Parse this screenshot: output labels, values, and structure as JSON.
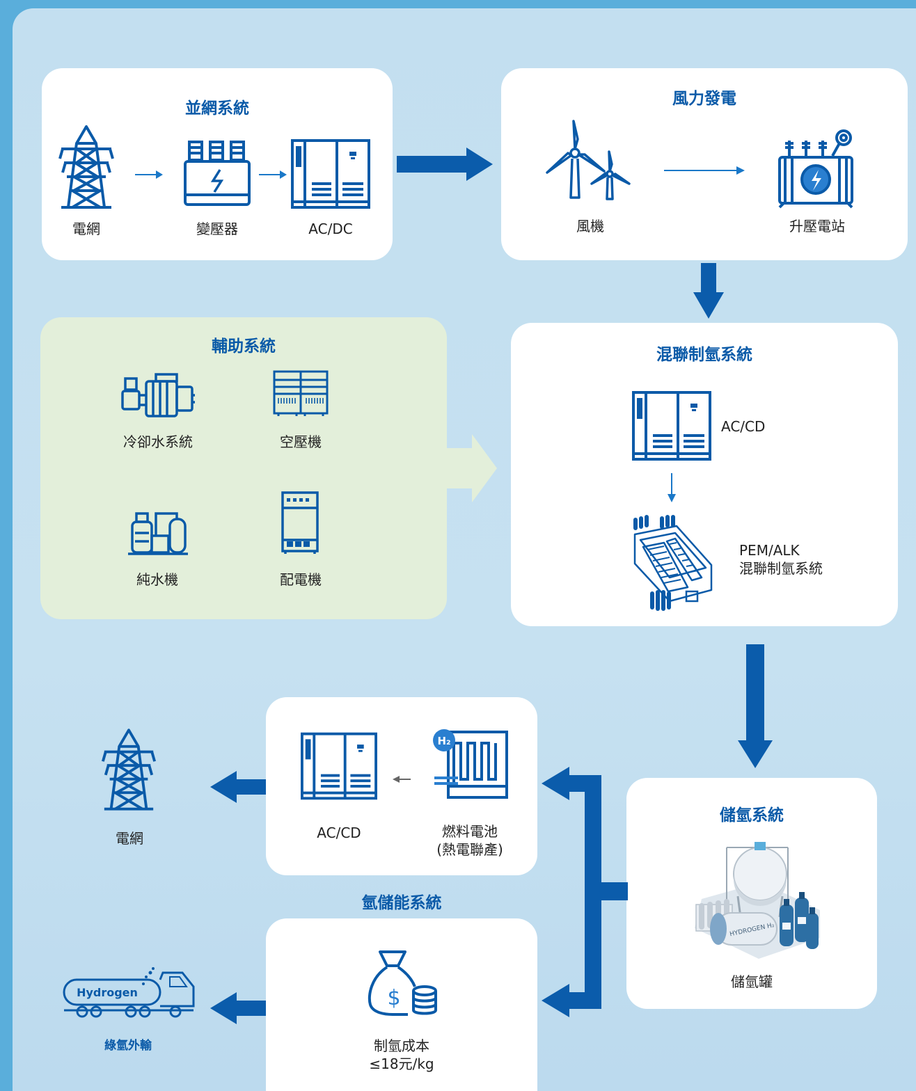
{
  "colors": {
    "brand_blue": "#0a5aa8",
    "arrow_blue": "#0b5cab",
    "card_bg": "#ffffff",
    "aux_bg": "#e3efda"
  },
  "grid_system": {
    "title": "並網系統",
    "items": [
      "電網",
      "變壓器",
      "AC/DC"
    ]
  },
  "wind_power": {
    "title": "風力發電",
    "items": [
      "風機",
      "升壓電站"
    ]
  },
  "aux_system": {
    "title": "輔助系統",
    "items": [
      "冷卻水系統",
      "空壓機",
      "純水機",
      "配電機"
    ]
  },
  "hybrid_h2": {
    "title": "混聯制氫系統",
    "converter": "AC/CD",
    "electrolyzer_line1": "PEM/ALK",
    "electrolyzer_line2": "混聯制氫系統"
  },
  "storage": {
    "title": "儲氫系統",
    "tank": "儲氫罐",
    "tank_text": "HYDROGEN H₂"
  },
  "energy_storage": {
    "title": "氫儲能系統",
    "converter": "AC/CD",
    "fuel_cell_line1": "燃料電池",
    "fuel_cell_line2": "(熱電聯產)",
    "fuel_cell_badge": "H₂",
    "cost_line1": "制氫成本",
    "cost_line2": "≤18元/kg"
  },
  "outputs": {
    "grid": "電網",
    "truck_text": "Hydrogen",
    "transport": "綠氫外輸"
  }
}
